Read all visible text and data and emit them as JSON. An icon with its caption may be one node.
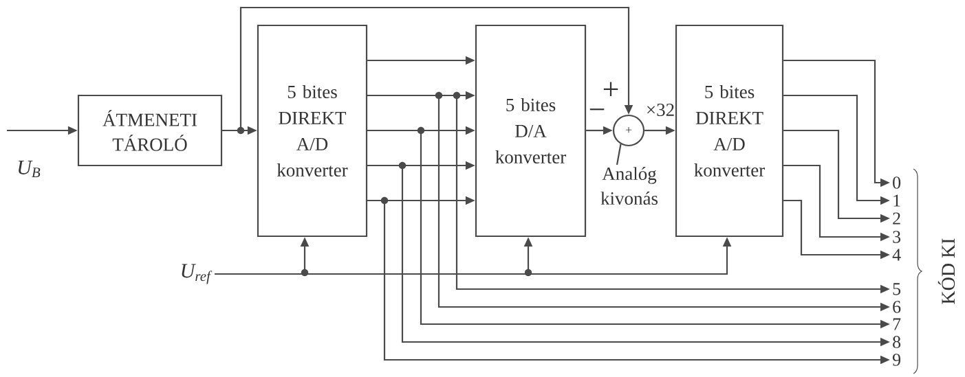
{
  "diagram": {
    "nodes": [
      {
        "text": [
          "ÁTMENETI TÁROLÓ"
        ]
      },
      {
        "text": [
          "5 bites DIREKT A/D konverter"
        ]
      },
      {
        "text": [
          "5 bites D/A konverter"
        ]
      },
      {
        "text": [
          "+"
        ]
      },
      {
        "text": [
          "5 bites DIREKT A/D konverter"
        ]
      },
      {
        "text": [
          "U$_{ref}$"
        ]
      },
      {
        "text": [
          "0"
        ]
      },
      {
        "text": [
          "1"
        ]
      },
      {
        "text": [
          "2"
        ]
      },
      {
        "text": [
          "3"
        ]
      },
      {
        "text": [
          "4"
        ]
      },
      {
        "text": [
          "5"
        ]
      },
      {
        "text": [
          "6"
        ]
      },
      {
        "text": [
          "7"
        ]
      },
      {
        "text": [
          "8"
        ]
      },
      {
        "text": [
          "9"
        ]
      },
      {
        "text": [
          "Analóg kivonás"
        ]
      }
    ],
    "edges": [
      {
        "from": null,
        "to": 0,
        "arrow": "to"
      },
      {
        "from": 0,
        "to": 1,
        "arrow": "to"
      },
      {
        "from": 0,
        "to": 3,
        "arrow": "to"
      },
      {
        "from": 1,
        "to": 2,
        "arrow": "to"
      },
      {
        "from": 1,
        "to": 2,
        "arrow": "to"
      },
      {
        "from": 1,
        "to": 2,
        "arrow": "to"
      },
      {
        "from": 1,
        "to": 2,
        "arrow": "to"
      },
      {
        "from": 1,
        "to": 2,
        "arrow": "to"
      },
      {
        "from": 2,
        "to": 3,
        "arrow": "to"
      },
      {
        "from": 3,
        "to": 4,
        "arrow": "to"
      },
      {
        "from": 4,
        "to": 6,
        "arrow": "to"
      },
      {
        "from": 4,
        "to": 7,
        "arrow": "to"
      },
      {
        "from": 4,
        "to": 8,
        "arrow": "to"
      },
      {
        "from": 4,
        "to": 9,
        "arrow": "to"
      },
      {
        "from": 4,
        "to": 10,
        "arrow": "to"
      },
      {
        "from": 1,
        "to": 11,
        "arrow": "to"
      },
      {
        "from": 1,
        "to": 12,
        "arrow": "to"
      },
      {
        "from": 1,
        "to": 13,
        "arrow": "to"
      },
      {
        "from": 1,
        "to": 14,
        "arrow": "to"
      },
      {
        "from": 1,
        "to": 15,
        "arrow": "to"
      },
      {
        "from": 5,
        "to": 1,
        "arrow": "to"
      },
      {
        "from": 5,
        "to": 2,
        "arrow": "to"
      },
      {
        "from": 5,
        "to": 4,
        "arrow": "to"
      },
      {
        "from": 16,
        "to": 3,
        "arrow": "none"
      }
    ],
    "labels": [
      "U$_{B}$",
      "+",
      "−",
      "×32",
      "KÓD KI"
    ]
  }
}
